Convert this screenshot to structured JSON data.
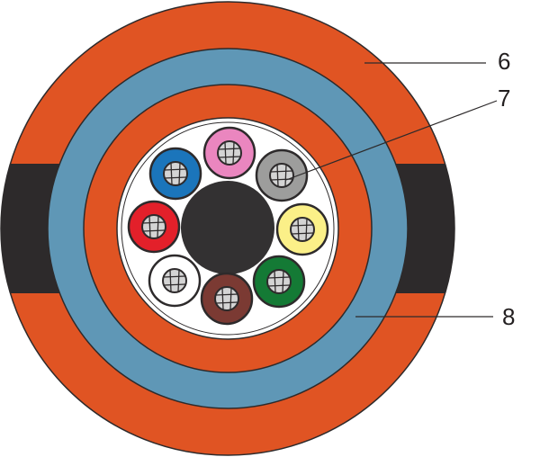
{
  "colors": {
    "outer_sheath": "#e05423",
    "armor_band": "#2d2a2b",
    "blue_layer": "#5f97b6",
    "inner_sheath": "#e05423",
    "core": "#333132",
    "fiber": "#d4d4d4",
    "outline": "#2d2a2b"
  },
  "tubes": [
    {
      "name": "pink",
      "color": "#ea86bf"
    },
    {
      "name": "gray",
      "color": "#9d9d9c"
    },
    {
      "name": "yellow",
      "color": "#fbf088"
    },
    {
      "name": "green",
      "color": "#147a35"
    },
    {
      "name": "brown",
      "color": "#7b3a33"
    },
    {
      "name": "white",
      "color": "#ffffff"
    },
    {
      "name": "red",
      "color": "#e3202a"
    },
    {
      "name": "blue",
      "color": "#1b75bb"
    }
  ],
  "callouts": [
    {
      "label": "6"
    },
    {
      "label": "7"
    },
    {
      "label": "8"
    }
  ]
}
